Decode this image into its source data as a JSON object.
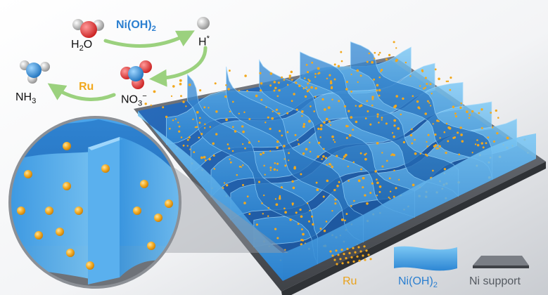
{
  "reaction": {
    "water": {
      "main": "H",
      "sub": "2",
      "tail": "O"
    },
    "h_star": {
      "main": "H",
      "sup": "*"
    },
    "nitrate": {
      "main": "NO",
      "sub": "3",
      "sup": "−"
    },
    "ammonia": {
      "main": "NH",
      "sub": "3"
    },
    "catalyst_top": {
      "main": "Ni(OH)",
      "sub": "2"
    },
    "catalyst_bottom": "Ru"
  },
  "legend": {
    "ru": "Ru",
    "nioh2": {
      "main": "Ni(OH)",
      "sub": "2"
    },
    "support": "Ni support"
  },
  "colors": {
    "ru": "#f2a81d",
    "nioh2": "#3fa3e8",
    "nioh2_dark": "#1f6fba",
    "support": "#6b6f76",
    "arrow": "#9bd17e",
    "catalyst_text": "#2b7fd0",
    "oxygen": "#e23b3b",
    "nitrogen": "#2f8fd6",
    "hydrogen": "#bdbdbd"
  }
}
